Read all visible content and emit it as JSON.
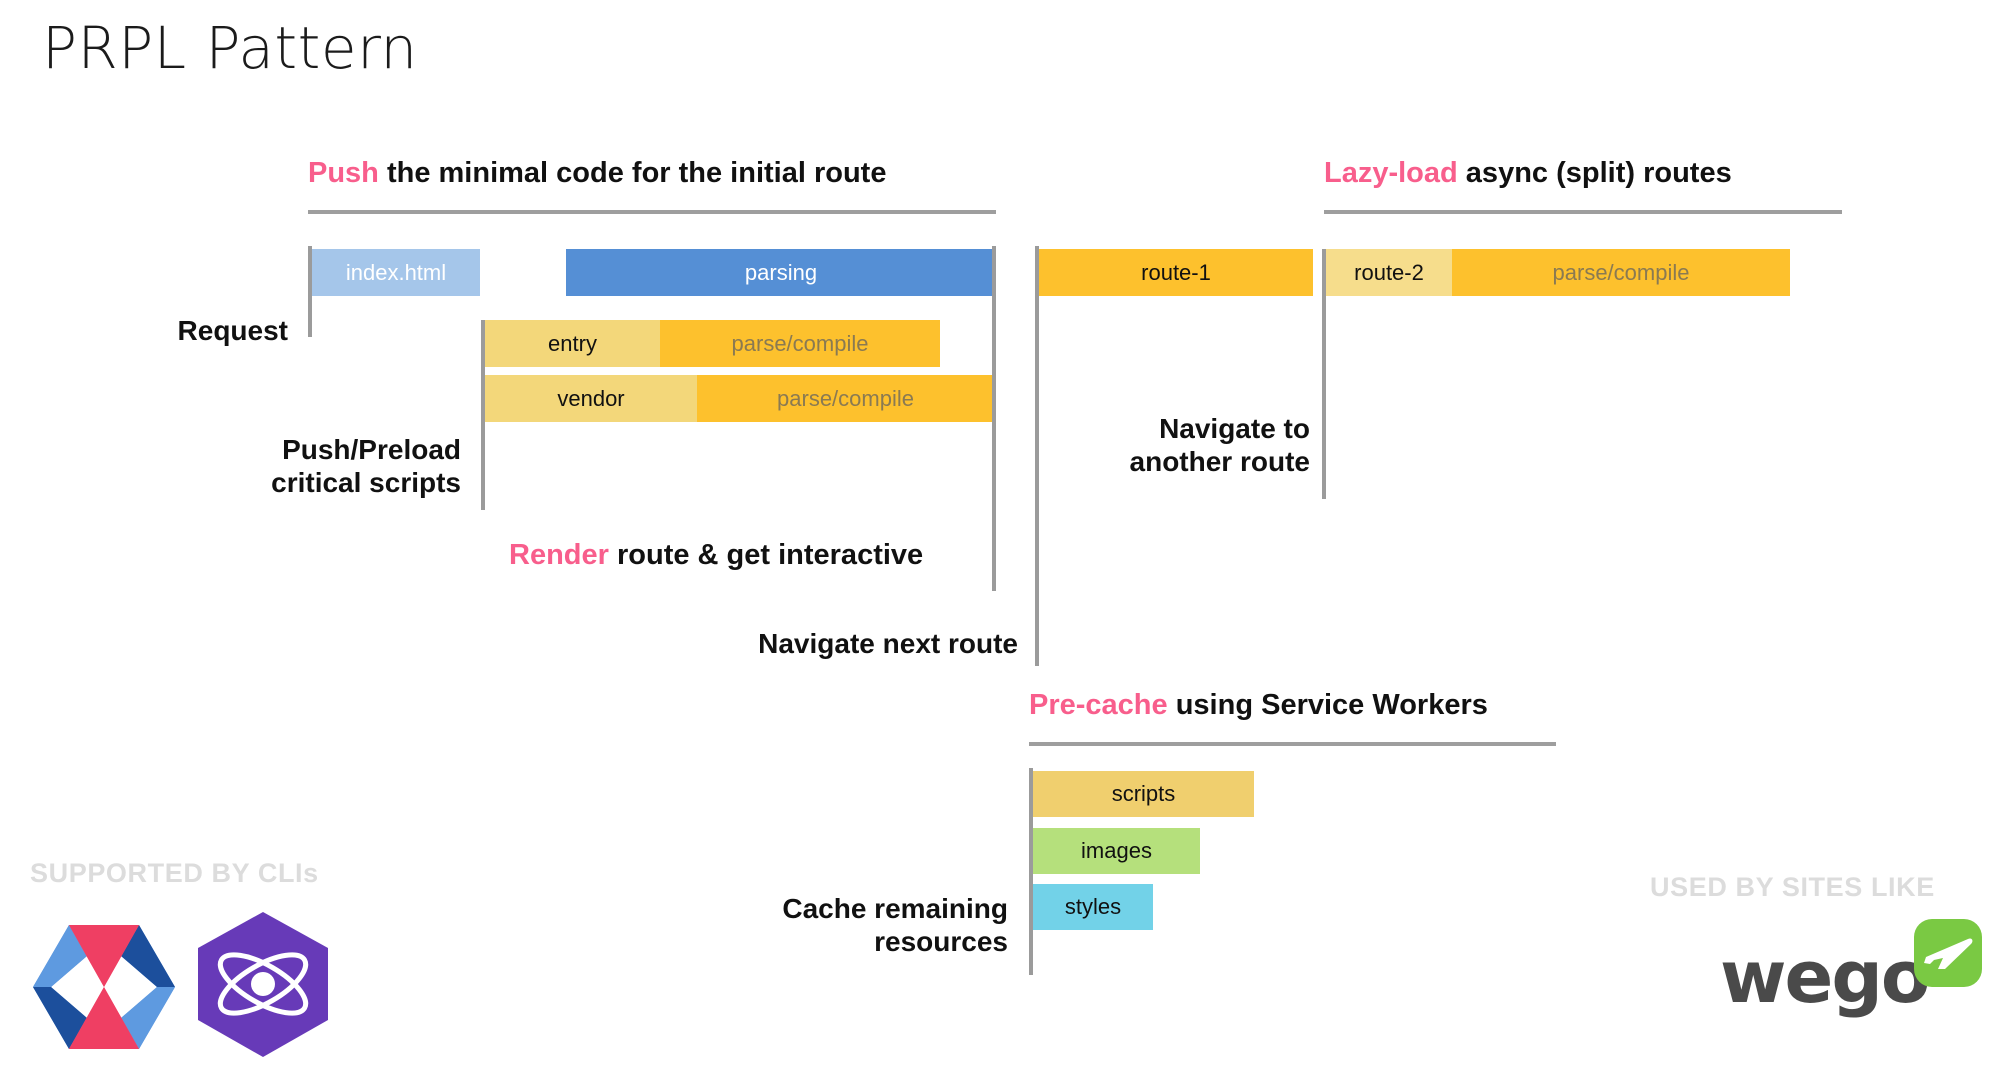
{
  "slide": {
    "title": "PRPL Pattern"
  },
  "sections": {
    "push": {
      "highlight": "Push",
      "rest": " the minimal code for the initial route"
    },
    "lazy": {
      "highlight": "Lazy-load",
      "rest": " async (split) routes"
    },
    "render": {
      "highlight": "Render",
      "rest": " route & get interactive"
    },
    "precache": {
      "highlight": "Pre-cache",
      "rest": " using Service Workers"
    }
  },
  "labels": {
    "request": "Request",
    "push_preload": "Push/Preload\ncritical scripts",
    "navigate_next": "Navigate next route",
    "navigate_another": "Navigate to\nanother route",
    "cache_remaining": "Cache remaining\nresources"
  },
  "bars": {
    "index_html": "index.html",
    "parsing": "parsing",
    "entry": "entry",
    "entry_parse": "parse/compile",
    "vendor": "vendor",
    "vendor_parse": "parse/compile",
    "route1": "route-1",
    "route2": "route-2",
    "route2_parse": "parse/compile",
    "scripts": "scripts",
    "images": "images",
    "styles": "styles"
  },
  "footer": {
    "supported_by": "SUPPORTED BY CLIs",
    "used_by": "USED BY SITES LIKE",
    "wego_text": "wego"
  },
  "colors": {
    "accent_pink": "#f85e8c",
    "index_html": "#a5c6ea",
    "parsing": "#558fd5",
    "light_yellow": "#f3d77a",
    "orange": "#fdc12d",
    "scripts": "#f0cf6e",
    "images": "#b5e07c",
    "styles": "#72d2e8",
    "rule_gray": "#9e9e9e",
    "footnote_gray": "#dcdcdc",
    "wego_green": "#7ac943"
  }
}
